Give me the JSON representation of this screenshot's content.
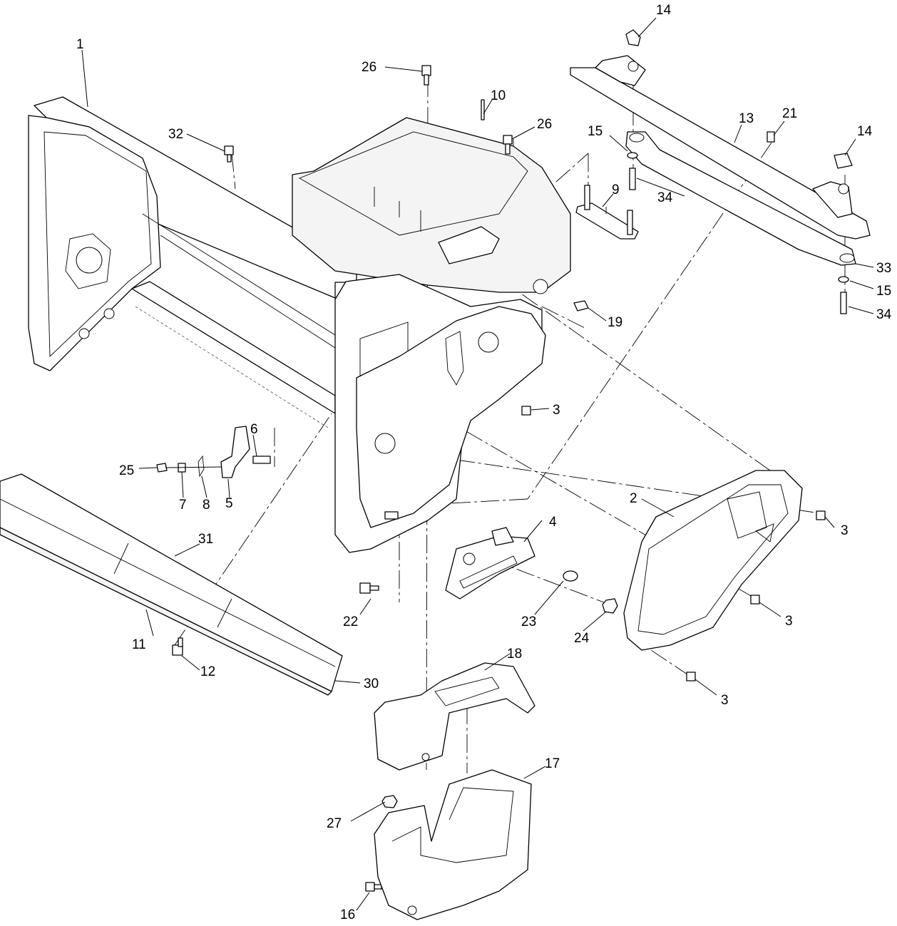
{
  "diagram": {
    "callouts": {
      "c1": "1",
      "c2": "2",
      "c3a": "3",
      "c3b": "3",
      "c3c": "3",
      "c3d": "3",
      "c4": "4",
      "c5": "5",
      "c6": "6",
      "c7": "7",
      "c8": "8",
      "c9": "9",
      "c10": "10",
      "c11": "11",
      "c12": "12",
      "c13": "13",
      "c14a": "14",
      "c14b": "14",
      "c15a": "15",
      "c15b": "15",
      "c16": "16",
      "c17": "17",
      "c18": "18",
      "c19": "19",
      "c21": "21",
      "c22": "22",
      "c23": "23",
      "c24": "24",
      "c25": "25",
      "c26a": "26",
      "c26b": "26",
      "c27": "27",
      "c30": "30",
      "c31": "31",
      "c32": "32",
      "c33": "33",
      "c34a": "34",
      "c34b": "34"
    }
  }
}
